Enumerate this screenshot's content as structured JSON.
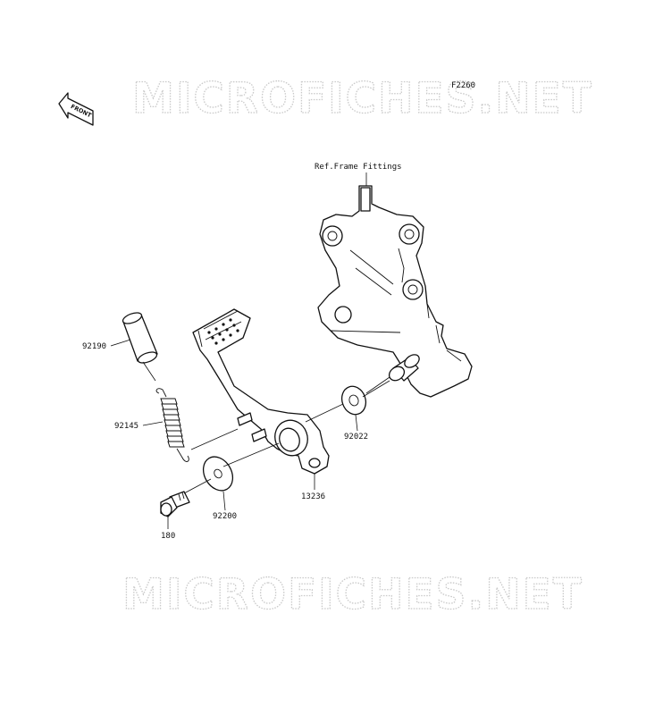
{
  "diagram": {
    "code": "F2260",
    "front_label": "FRONT",
    "watermark_top": "MICROFICHES.NET",
    "watermark_bottom": "MICROFICHES.NET",
    "ref_label": "Ref.Frame Fittings",
    "parts": [
      {
        "number": "92190",
        "name": "rubber-cover"
      },
      {
        "number": "92145",
        "name": "spring"
      },
      {
        "number": "92022",
        "name": "washer"
      },
      {
        "number": "13236",
        "name": "brake-pedal"
      },
      {
        "number": "92200",
        "name": "washer-large"
      },
      {
        "number": "180",
        "name": "bolt"
      }
    ]
  }
}
